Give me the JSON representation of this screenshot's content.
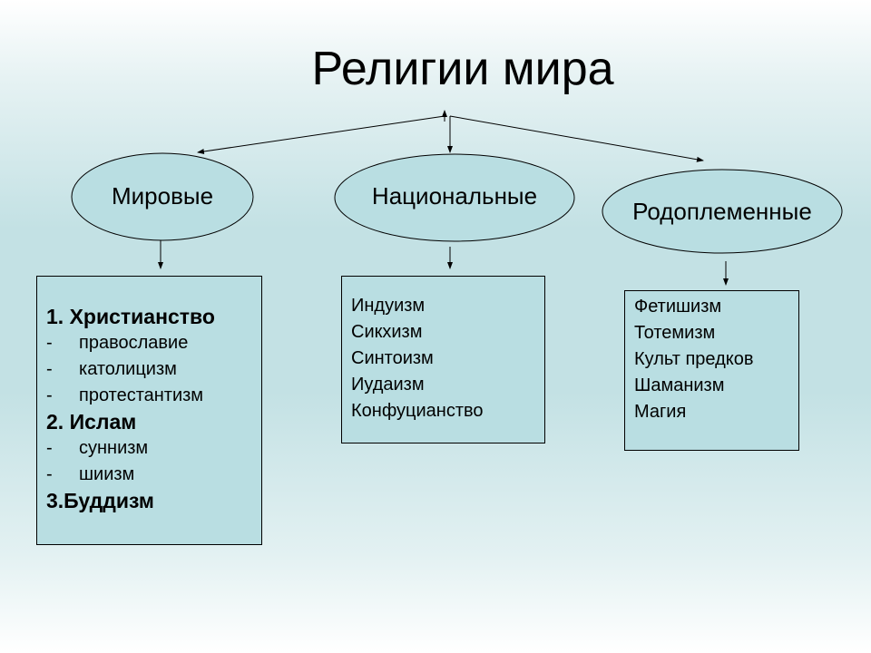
{
  "title": "Религии мира",
  "categories": [
    {
      "label": "Мировые",
      "items": [
        {
          "text": "1.  Христианство",
          "bold": true
        },
        {
          "text": "православие",
          "dash": "-"
        },
        {
          "text": "католицизм",
          "dash": "-"
        },
        {
          "text": "протестантизм",
          "dash": "-"
        },
        {
          "text": "2. Ислам",
          "bold": true
        },
        {
          "text": "суннизм",
          "dash": "-"
        },
        {
          "text": "шиизм",
          "dash": "-"
        },
        {
          "text": "3.Буддизм",
          "bold": true
        }
      ]
    },
    {
      "label": "Национальные",
      "items": [
        "Индуизм",
        "Сикхизм",
        "Синтоизм",
        "Иудаизм",
        "Конфуцианство"
      ]
    },
    {
      "label": "Родоплеменные",
      "items": [
        "Фетишизм",
        "Тотемизм",
        "Культ предков",
        "Шаманизм",
        "Магия"
      ]
    }
  ],
  "colors": {
    "fill": "#b9dee2",
    "stroke": "#000000"
  }
}
